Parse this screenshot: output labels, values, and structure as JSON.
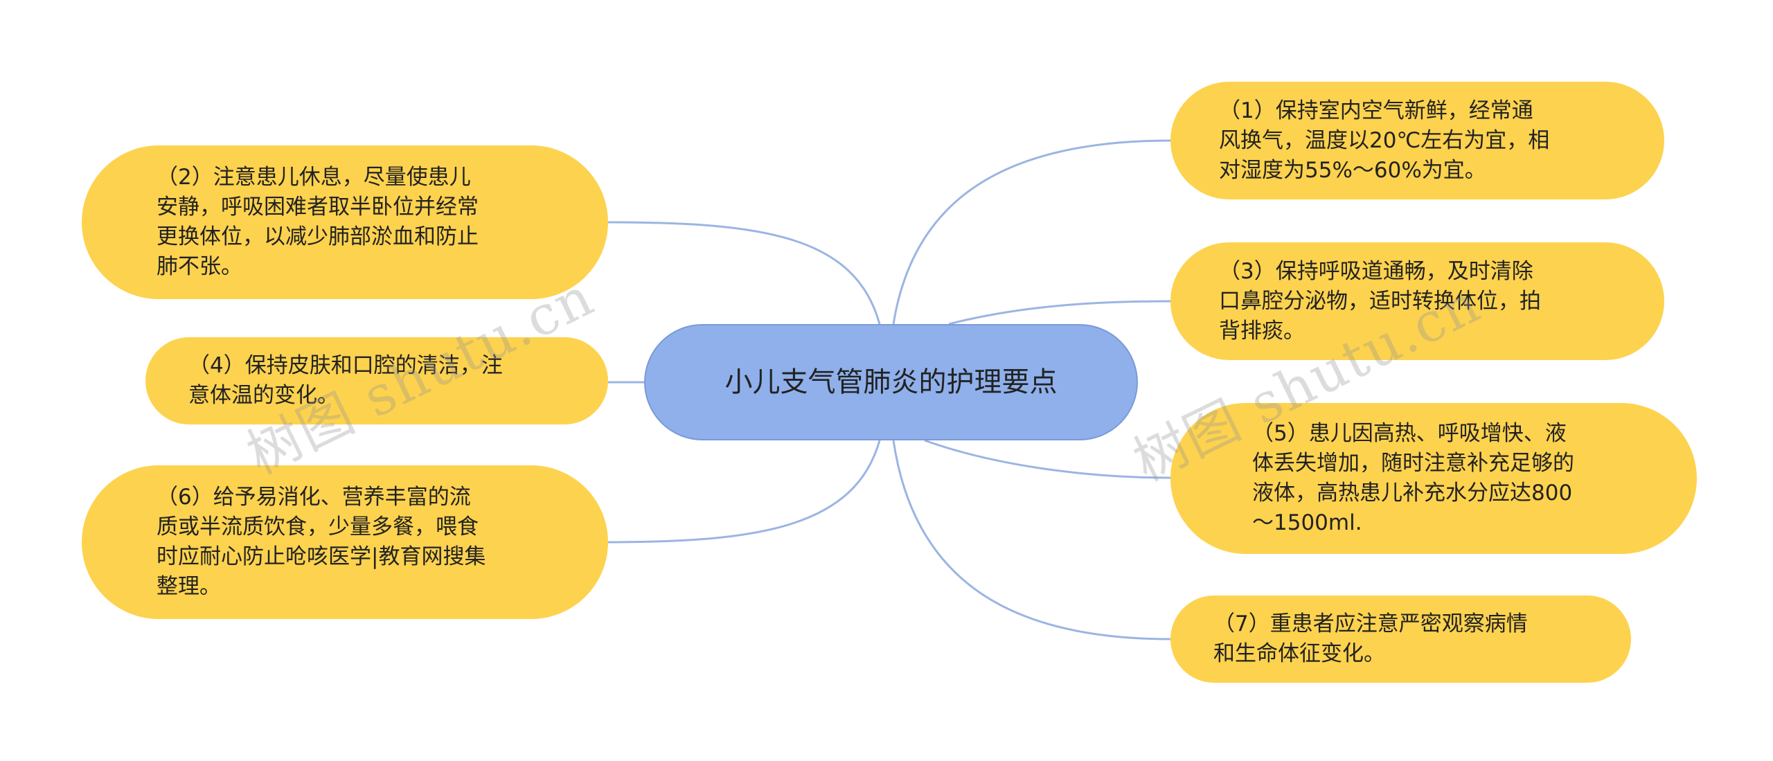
{
  "mindmap": {
    "center": {
      "text": "小儿支气管肺炎的护理要点"
    },
    "nodes": [
      {
        "id": "n1",
        "side": "right",
        "text": "（1）保持室内空气新鲜，经常通\n风换气，温度以20℃左右为宜，相\n对湿度为55%～60%为宜。"
      },
      {
        "id": "n2",
        "side": "left",
        "text": "（2）注意患儿休息，尽量使患儿\n安静，呼吸困难者取半卧位并经常\n更换体位，以减少肺部淤血和防止\n肺不张。"
      },
      {
        "id": "n3",
        "side": "right",
        "text": "（3）保持呼吸道通畅，及时清除\n口鼻腔分泌物，适时转换体位，拍\n背排痰。"
      },
      {
        "id": "n4",
        "side": "left",
        "text": "（4）保持皮肤和口腔的清洁，注\n意体温的变化。"
      },
      {
        "id": "n5",
        "side": "right",
        "text": "（5）患儿因高热、呼吸增快、液\n体丢失增加，随时注意补充足够的\n液体，高热患儿补充水分应达800\n～1500ml."
      },
      {
        "id": "n6",
        "side": "left",
        "text": "（6）给予易消化、营养丰富的流\n质或半流质饮食，少量多餐，喂食\n时应耐心防止呛咳医学|教育网搜集\n整理。"
      },
      {
        "id": "n7",
        "side": "right",
        "text": "（7）重患者应注意严密观察病情\n和生命体征变化。"
      }
    ]
  },
  "watermarks": [
    "树图 shutu.cn",
    "树图 shutu.cn"
  ],
  "colors": {
    "center_fill": "#8fb0ea",
    "center_border": "#7a9ad6",
    "leaf_fill": "#fdd24e",
    "link": "#9bb5e2",
    "watermark": "rgba(150,150,150,0.33)"
  }
}
